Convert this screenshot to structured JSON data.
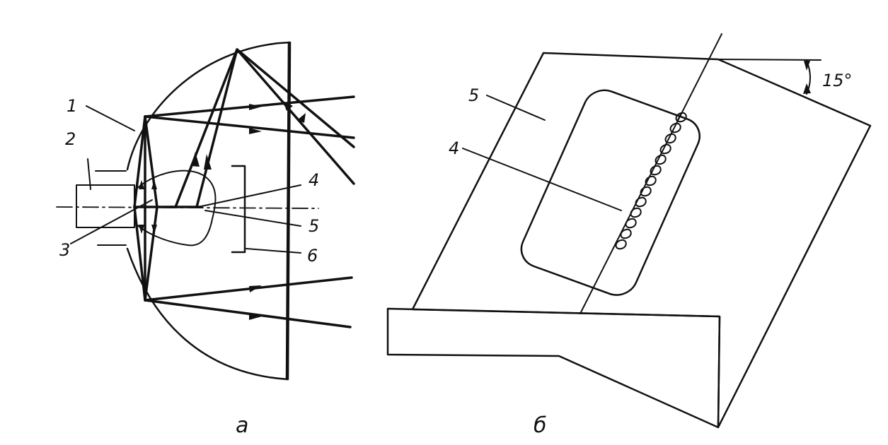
{
  "figure_a": {
    "caption": "а",
    "labels": [
      "1",
      "2",
      "3",
      "4",
      "5",
      "6"
    ]
  },
  "figure_b": {
    "caption": "б",
    "labels": [
      "5",
      "4"
    ],
    "angle_label": "15°"
  },
  "colors": {
    "ink": "#111111",
    "background": "#ffffff"
  }
}
